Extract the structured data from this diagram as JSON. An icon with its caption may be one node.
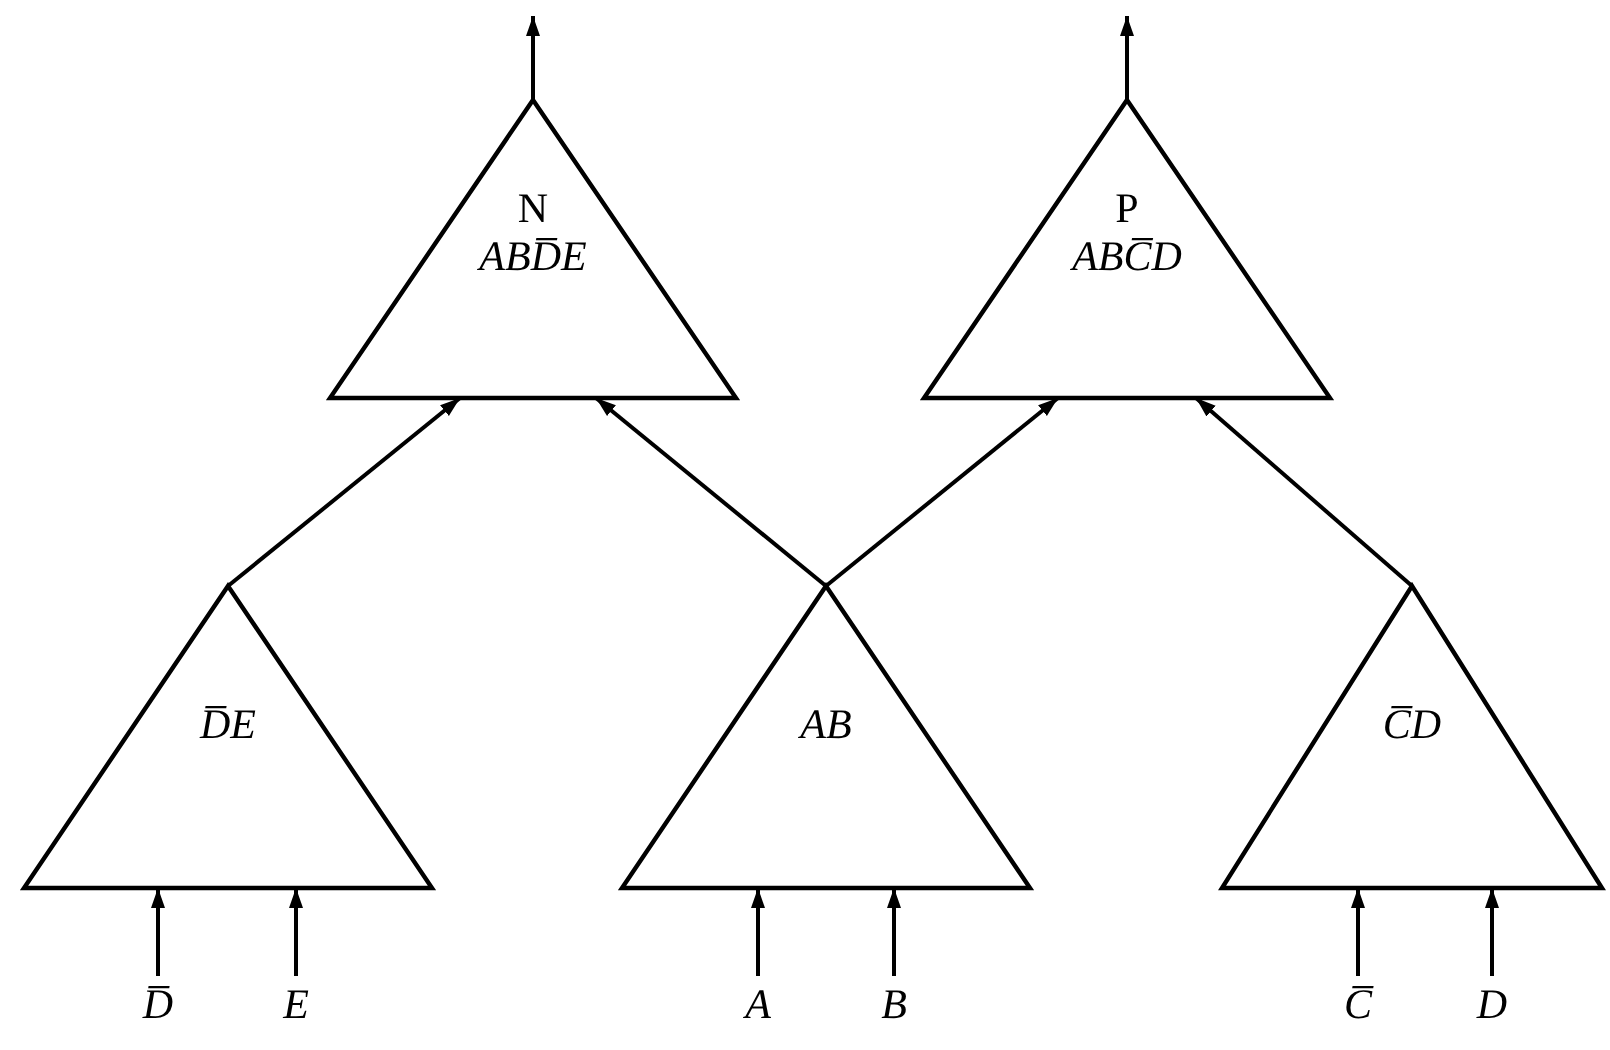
{
  "diagram": {
    "nodes": [
      {
        "text": [
          "N",
          "ABD̅E"
        ]
      },
      {
        "text": [
          "P",
          "ABC̅D"
        ]
      },
      {
        "text": [
          "D̅E"
        ]
      },
      {
        "text": [
          "AB"
        ]
      },
      {
        "text": [
          "C̅D"
        ]
      },
      {
        "text": [
          "D̅"
        ]
      },
      {
        "text": [
          "E"
        ]
      },
      {
        "text": [
          "A"
        ]
      },
      {
        "text": [
          "B"
        ]
      },
      {
        "text": [
          "C̅"
        ]
      },
      {
        "text": [
          "D"
        ]
      }
    ],
    "edges": [
      {
        "from": 2,
        "to": 0,
        "arrow": "to"
      },
      {
        "from": 3,
        "to": 0,
        "arrow": "to"
      },
      {
        "from": 3,
        "to": 1,
        "arrow": "to"
      },
      {
        "from": 4,
        "to": 1,
        "arrow": "to"
      },
      {
        "from": 5,
        "to": 2,
        "arrow": "to"
      },
      {
        "from": 6,
        "to": 2,
        "arrow": "to"
      },
      {
        "from": 7,
        "to": 3,
        "arrow": "to"
      },
      {
        "from": 8,
        "to": 3,
        "arrow": "to"
      },
      {
        "from": 9,
        "to": 4,
        "arrow": "to"
      },
      {
        "from": 10,
        "to": 4,
        "arrow": "to"
      },
      {
        "from": 0,
        "to": null,
        "arrow": "to"
      },
      {
        "from": 1,
        "to": null,
        "arrow": "to"
      }
    ]
  }
}
